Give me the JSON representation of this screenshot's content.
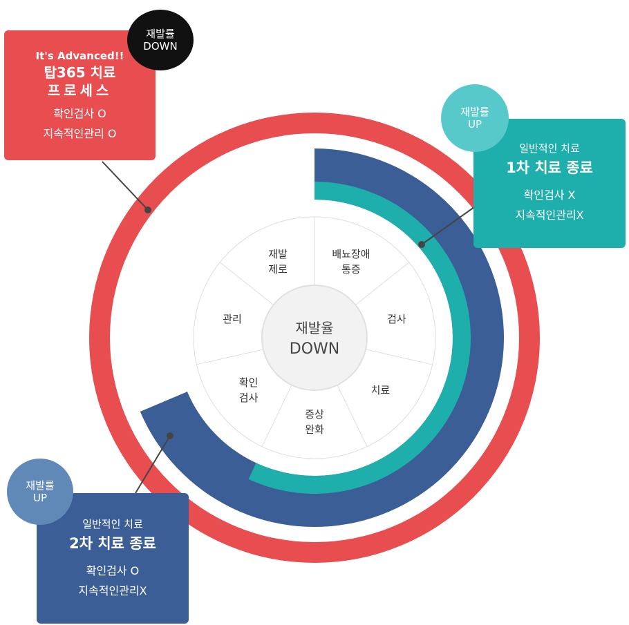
{
  "colors": {
    "outer_ring": "#e84d50",
    "navy_arc": "#3b5e96",
    "teal_arc": "#1eaeab",
    "black_badge": "#111111",
    "teal_badge": "#58c9cb",
    "blue_badge": "#6089b8"
  },
  "center": {
    "line1": "재발율",
    "line2": "DOWN"
  },
  "segments": [
    {
      "lines": [
        "배뇨장애",
        "통증"
      ]
    },
    {
      "lines": [
        "검사"
      ]
    },
    {
      "lines": [
        "치료"
      ]
    },
    {
      "lines": [
        "증상",
        "완화"
      ]
    },
    {
      "lines": [
        "확인",
        "검사"
      ]
    },
    {
      "lines": [
        "관리"
      ]
    },
    {
      "lines": [
        "재발",
        "제로"
      ]
    }
  ],
  "callouts": {
    "advanced": {
      "badge": [
        "재발률",
        "DOWN"
      ],
      "tag": "It's Advanced!!",
      "title1": "탑365 치료",
      "title2": "프로세스",
      "detail1": "확인검사 O",
      "detail2": "지속적인관리 O"
    },
    "first": {
      "badge": [
        "재발률",
        "UP"
      ],
      "subtitle": "일반적인 치료",
      "title": "1차 치료 종료",
      "detail1": "확인검사 X",
      "detail2": "지속적인관리X"
    },
    "second": {
      "badge": [
        "재발률",
        "UP"
      ],
      "subtitle": "일반적인 치료",
      "title": "2차 치료 종료",
      "detail1": "확인검사 O",
      "detail2": "지속적인관리X"
    }
  }
}
